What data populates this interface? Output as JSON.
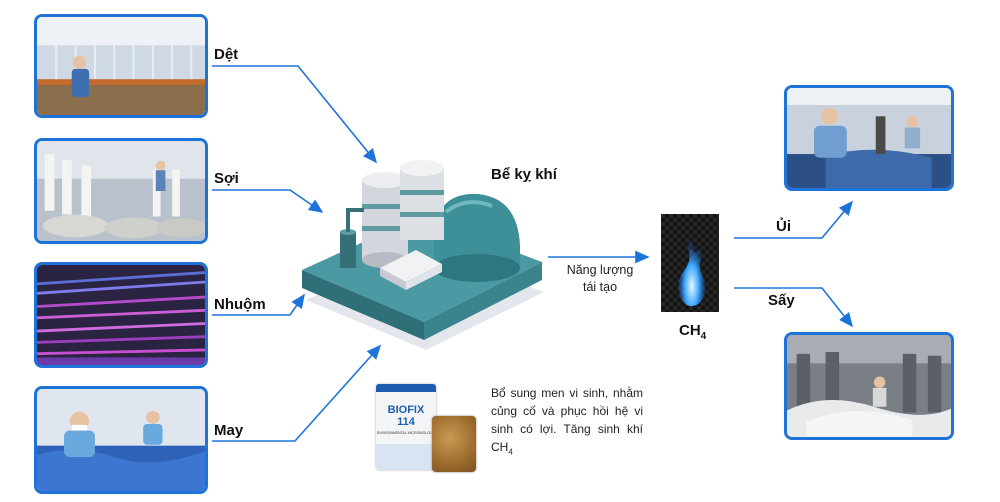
{
  "inputs": {
    "det": "Dệt",
    "soi": "Sợi",
    "nhuom": "Nhuộm",
    "may": "May"
  },
  "digester": {
    "label": "Bể kỵ khí"
  },
  "energy": {
    "line1": "Năng lượng",
    "line2": "tái tạo"
  },
  "gas": {
    "main": "CH",
    "sub": "4"
  },
  "outputs": {
    "ui": "Ủi",
    "say": "Sấy"
  },
  "product": {
    "brand": "BIOFIX",
    "number": "114",
    "tagline": "ENVIRONMENTAL MICROBIOLOGY"
  },
  "note": {
    "text": "Bổ sung men vi sinh, nhằm củng cố và phục hồi hệ vi sinh có lợi. Tăng sinh khí CH",
    "sub": "4"
  },
  "colors": {
    "accent": "#1e73d8",
    "tank": "#3d8f98",
    "flame": "#3aa7ff"
  }
}
